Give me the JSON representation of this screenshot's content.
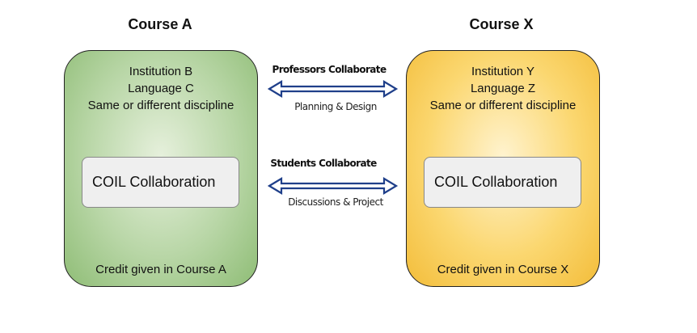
{
  "course_a": {
    "title": "Course A",
    "lines": [
      "Institution B",
      "Language C",
      "Same or different discipline"
    ],
    "collab_label": "COIL Collaboration",
    "credit": "Credit given in Course A",
    "fill_color": "#b8d6a6"
  },
  "course_x": {
    "title": "Course X",
    "lines": [
      "Institution Y",
      "Language Z",
      "Same or different discipline"
    ],
    "collab_label": "COIL Collaboration",
    "credit": "Credit given in Course X",
    "fill_color": "#fbd770"
  },
  "professors_link": {
    "label": "Professors Collaborate",
    "sublabel": "Planning & Design"
  },
  "students_link": {
    "label": "Students Collaborate",
    "sublabel": "Discussions & Project"
  },
  "arrow_color": "#1f3f8a"
}
